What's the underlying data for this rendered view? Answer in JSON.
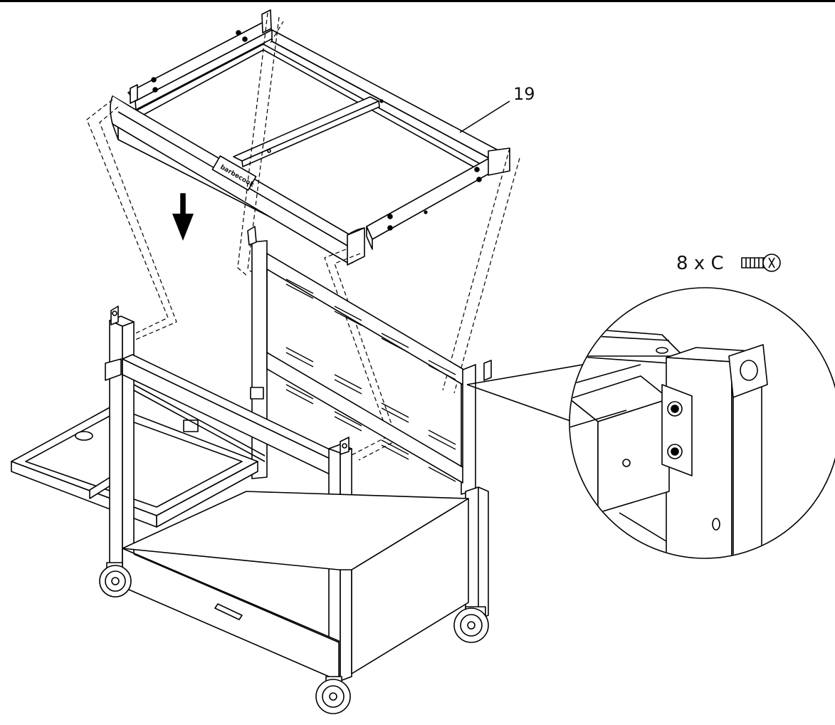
{
  "diagram": {
    "part_number": "19",
    "hardware_quantity": "8 x C",
    "brand_plate": "barbecook",
    "icons": {
      "direction": "down-arrow-icon",
      "hardware": "screw-icon"
    }
  }
}
